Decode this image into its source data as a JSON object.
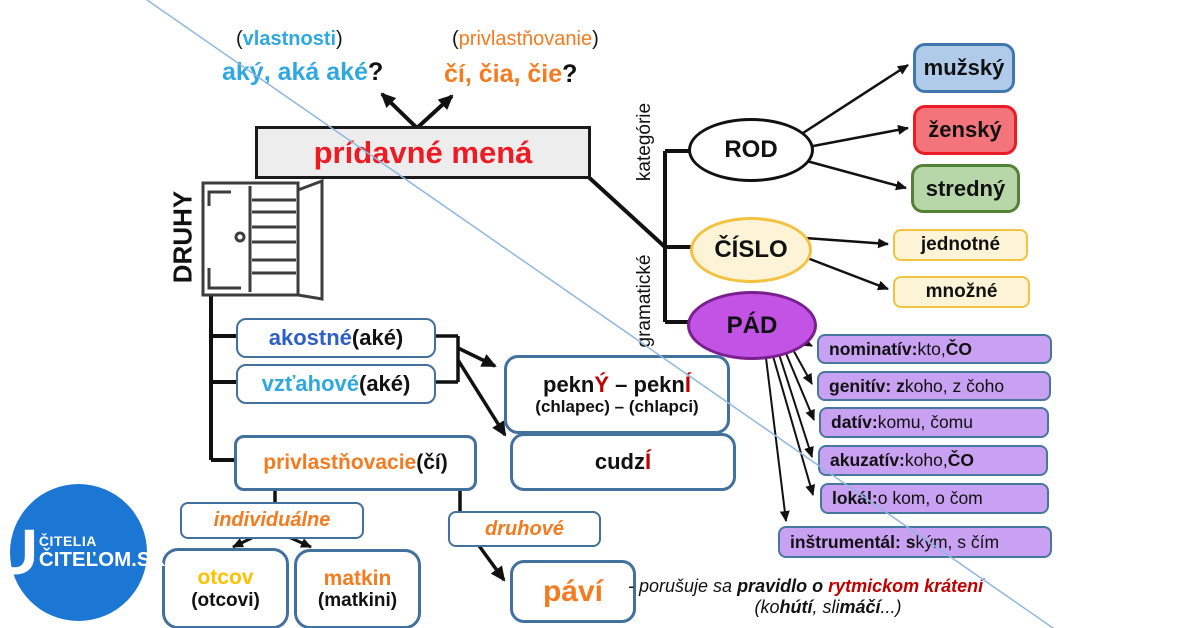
{
  "palette": {
    "blue_text": "#2FA8E0",
    "royal_blue": "#2E5FC7",
    "orange": "#F47B20",
    "gold": "#FFC000",
    "red_title": "#ED1C24",
    "dark_red": "#C00000",
    "white_box_border": "#41719C",
    "case_fill": "#C9A1F2",
    "case_border": "#46789E",
    "pad_fill": "#C253E4",
    "pad_border": "#7A1F8F",
    "cream_fill": "#FDF4D8",
    "gold_border": "#F2C240",
    "male_fill": "#AFCBE9",
    "male_border": "#4077AC",
    "female_fill": "#F4747C",
    "female_border": "#EB1C24",
    "neuter_fill": "#B7D7A8",
    "neuter_border": "#538135",
    "logo_blue": "#1B76D4",
    "watermark_line": "#8FB8E0"
  },
  "top": {
    "vlastnosti": {
      "open": "(",
      "word": "vlastnosti",
      "close": ")"
    },
    "aky": {
      "text": "aký, aká aké",
      "q": "?"
    },
    "privlastnovanie": {
      "open": "(",
      "word": "privlastňovanie",
      "close": ")"
    },
    "ci": {
      "text": "čí, čia, čie",
      "q": "?"
    }
  },
  "title": "prídavné mená",
  "left": {
    "druhy": "DRUHY",
    "akostne": {
      "word": "akostné",
      "suffix": " (aké)"
    },
    "vztahove": {
      "word": "vzťahové",
      "suffix": " (aké)"
    },
    "privlastnovacie": {
      "word": "privlastňovacie",
      "suffix": " (čí)"
    },
    "individualne": "individuálne",
    "otcov": {
      "word": "otcov",
      "paren": "(otcovi)"
    },
    "matkin": {
      "word": "matkin",
      "paren": "(matkini)"
    },
    "druhove": "druhové",
    "pavi": "páví"
  },
  "center": {
    "pekny": {
      "p1": "pekn",
      "p2": "Ý",
      "p3": " – pekn",
      "p4": "Í",
      "sub": "(chlapec) – (chlapci)"
    },
    "cudzi": {
      "p1": "cudz",
      "p2": "Í"
    }
  },
  "right": {
    "kategorie": "kategórie",
    "gramaticke": "gramatické",
    "rod": "ROD",
    "cislo": "ČÍSLO",
    "pad": "PÁD",
    "genders": [
      {
        "label": "mužský"
      },
      {
        "label": "ženský"
      },
      {
        "label": "stredný"
      }
    ],
    "numbers": [
      {
        "label": "jednotné"
      },
      {
        "label": "množné"
      }
    ],
    "cases": [
      {
        "b1": "nominatív:",
        "r1": " kto, ",
        "b2": "ČO"
      },
      {
        "b1": "genitív: z",
        "r1": " koho, z čoho",
        "b2": ""
      },
      {
        "b1": "datív:",
        "r1": " komu, čomu",
        "b2": ""
      },
      {
        "b1": "akuzatív:",
        "r1": " koho, ",
        "b2": "ČO"
      },
      {
        "b1": "lokál:",
        "r1": " o kom, o čom",
        "b2": ""
      },
      {
        "b1": "inštrumentál: s",
        "r1": " kým, s čím",
        "b2": ""
      }
    ]
  },
  "note": {
    "dash": "- porušuje sa ",
    "bold": "pravidlo o ",
    "red": "rytmickom krátení",
    "l2a": "(ko",
    "l2b": "hútí",
    "l2c": ", sli",
    "l2d": "máčí",
    "l2e": "...)"
  },
  "logo": {
    "u": "U",
    "line1": "ČITELIA",
    "line2": "ČITEĽOM.SK"
  }
}
